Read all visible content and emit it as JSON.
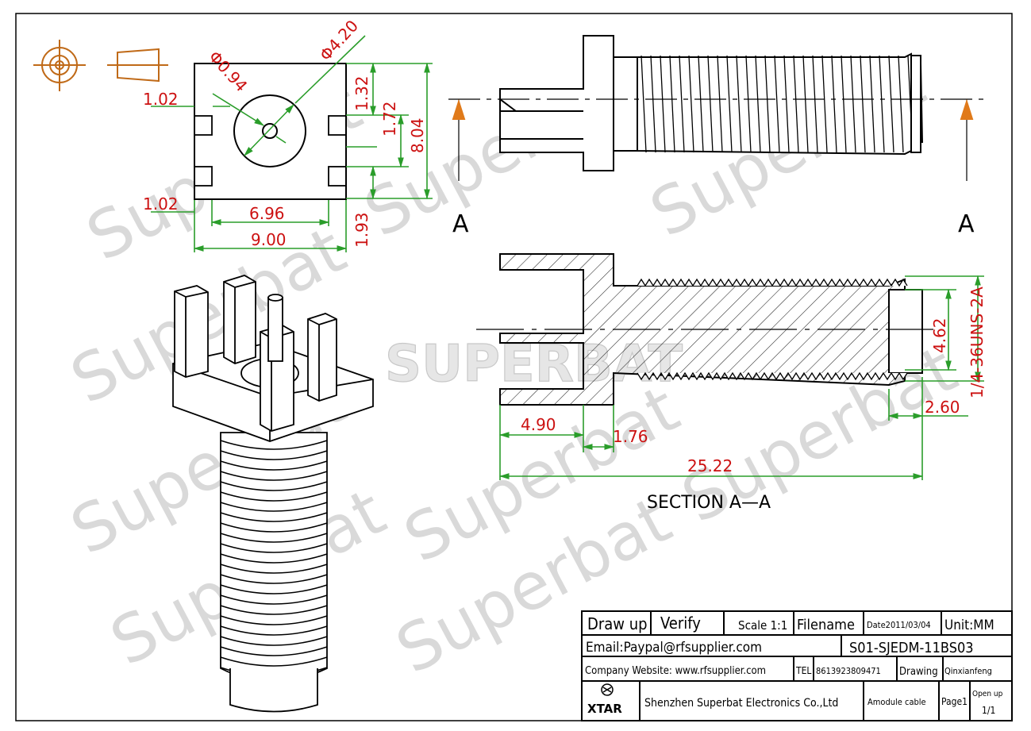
{
  "watermark": {
    "text": "Superbat",
    "center_logo": "SUPERBAT"
  },
  "top_view": {
    "dims": {
      "d_pin": "Φ0.94",
      "d_outer": "Φ4.20",
      "left_top": "1.02",
      "left_bottom": "1.02",
      "inner_width": "6.96",
      "outer_width": "9.00",
      "r1": "1.32",
      "r2": "1.72",
      "r3": "8.04",
      "r4": "1.93"
    }
  },
  "side_view": {
    "section_mark_left": "A",
    "section_mark_right": "A"
  },
  "section": {
    "title": "SECTION  A—A",
    "dims": {
      "d1": "4.90",
      "d2": "1.76",
      "d3": "25.22",
      "d4": "2.60",
      "d5": "4.62",
      "thread": "1/4-36UNS-2A"
    }
  },
  "title_block": {
    "draw_up": "Draw up",
    "verify": "Verify",
    "scale": "Scale 1:1",
    "filename": "Filename",
    "date": "Date2011/03/04",
    "unit": "Unit:MM",
    "email": "Email:Paypal@rfsupplier.com",
    "part_no": "S01-SJEDM-11BS03",
    "website": "Company Website:  www.rfsupplier.com",
    "tel_label": "TEL",
    "tel": "8613923809471",
    "drawing": "Drawing",
    "drawer": "Qinxianfeng",
    "logo": "XTAR",
    "company": "Shenzhen Superbat Electronics Co.,Ltd",
    "product": "Amodule cable",
    "page": "Page1",
    "open_up": "Open up",
    "open_up_val": "1/1"
  }
}
